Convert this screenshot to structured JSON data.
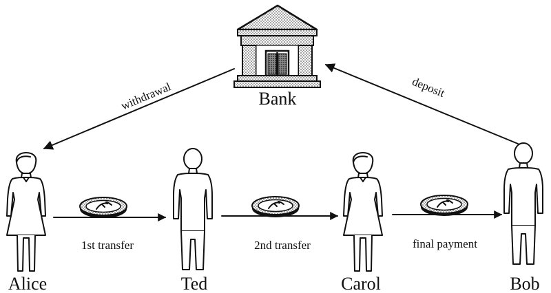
{
  "bank": {
    "label": "Bank"
  },
  "people": [
    {
      "name": "Alice"
    },
    {
      "name": "Ted"
    },
    {
      "name": "Carol"
    },
    {
      "name": "Bob"
    }
  ],
  "edges": {
    "withdrawal": "withdrawal",
    "deposit": "deposit",
    "transfer1": "1st transfer",
    "transfer2": "2nd transfer",
    "final": "final payment"
  }
}
